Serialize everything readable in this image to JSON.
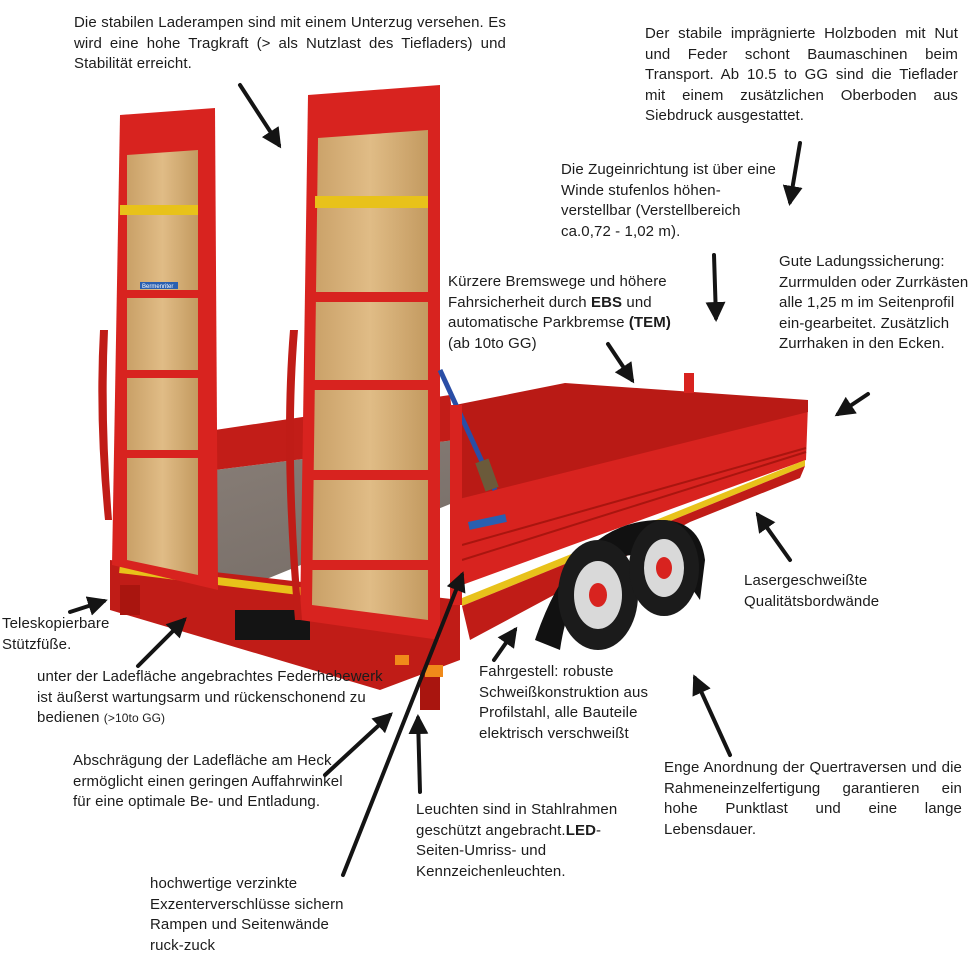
{
  "notes": {
    "ramps": "Die stabilen Laderampen sind mit einem Unterzug versehen. Es  wird eine hohe Tragkraft (> als Nutzlast des Tiefladers) und Stabilität erreicht.",
    "floor": "Der stabile imprägnierte Holzboden mit Nut und Feder schont Baumaschinen beim Transport. Ab 10.5 to GG sind die Tieflader mit einem zusätzlichen Oberboden aus Siebdruck ausgestattet.",
    "hitch": "Die Zugeinrichtung ist über eine Winde stufenlos höhen-verstellbar (Verstellbereich ca.0,72 - 1,02 m).",
    "brakes_pre": "Kürzere Bremswege und höhere Fahrsicherheit durch ",
    "brakes_ebs": "EBS",
    "brakes_mid": " und automatische Parkbremse ",
    "brakes_tem": "(TEM)",
    "brakes_post": " (ab 10to GG)",
    "lashing": "Gute Ladungssicherung: Zurrmulden oder Zurrkästen alle 1,25 m im Seitenprofil ein-gearbeitet. Zusätzlich Zurrhaken in den Ecken.",
    "legs": "Teleskopierbare Stützfüße.",
    "spring_main": "unter der Ladefläche angebrachtes Federhebewerk ist äußerst wartungsarm und rückenschonend zu bedienen ",
    "spring_small": "(>10to GG)",
    "walls": "Lasergeschweißte Qualitätsbordwände",
    "chassis": "Fahrgestell: robuste Schweißkonstruktion aus Profilstahl, alle Bauteile elektrisch verschweißt",
    "bevel": "Abschrägung der Ladefläche am Heck ermöglicht einen geringen Auffahrwinkel für eine optimale Be- und Entladung.",
    "lights_pre": "Leuchten sind in Stahlrahmen geschützt angebracht.",
    "lights_led": "LED",
    "lights_post": "-Seiten-Umriss- und Kennzeichenleuchten.",
    "crossbeams": "Enge Anordnung der Quertraversen und die Rahmeneinzelfertigung garantieren ein hohe Punktlast und eine lange Lebensdauer.",
    "locks": "hochwertige verzinkte Exzenterverschlüsse sichern Rampen und Seitenwände ruck-zuck"
  },
  "badge_text": "Bermenriter",
  "colors": {
    "trailer_red": "#d8231f",
    "trailer_red_dark": "#a9150f",
    "wood": "#d7b078",
    "stripe_yellow": "#e8c21a",
    "deck": "#7c7068",
    "tire": "#1b1b1b",
    "arrow": "#141414"
  }
}
